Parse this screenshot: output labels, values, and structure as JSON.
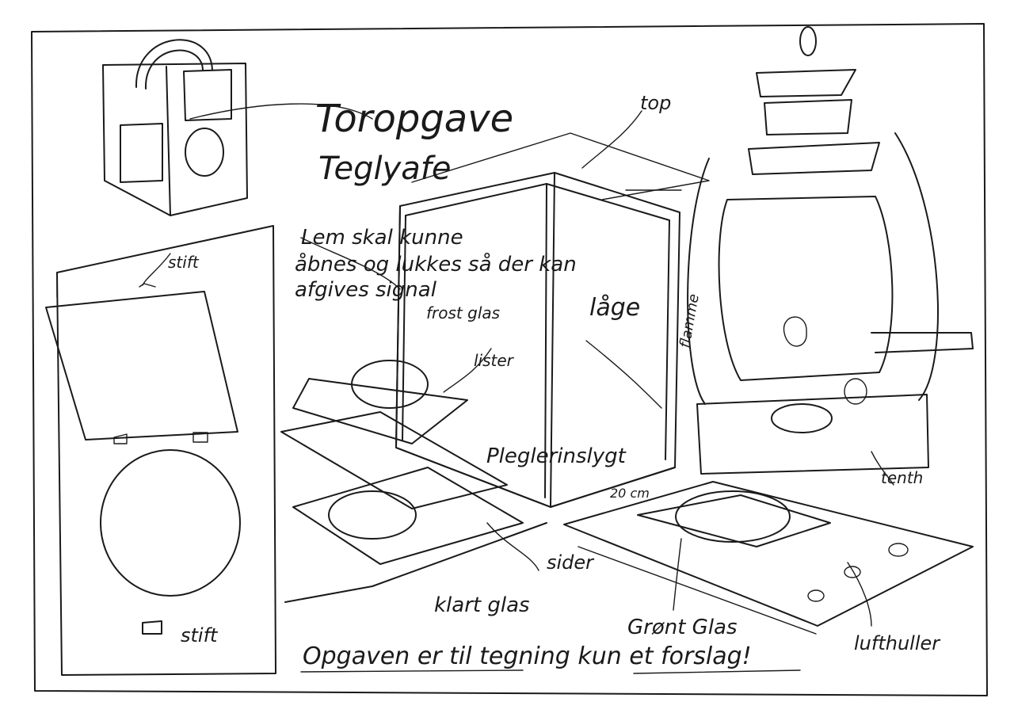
{
  "sheet": {
    "title_line1": "Toropgave",
    "title_line2": "Teglyafe",
    "note_line1": "Lem skal kunne",
    "note_line2": "åbnes og lukkes så der kan",
    "note_line3": "afgives signal",
    "labels": {
      "top": "top",
      "stift_top": "stift",
      "stift_bottom": "stift",
      "frostglas": "frost glas",
      "lister": "lister",
      "laage": "låge",
      "pleglerindsigt": "Pleglerinslygt",
      "sider": "sider",
      "klartglas": "klart glas",
      "groent_glas": "Grønt Glas",
      "lufthuller": "lufthuller",
      "flamme": "flamme",
      "tenth": "tenth",
      "dim": "20 cm"
    },
    "footer": "Opgaven er til tegning kun et forslag!"
  }
}
